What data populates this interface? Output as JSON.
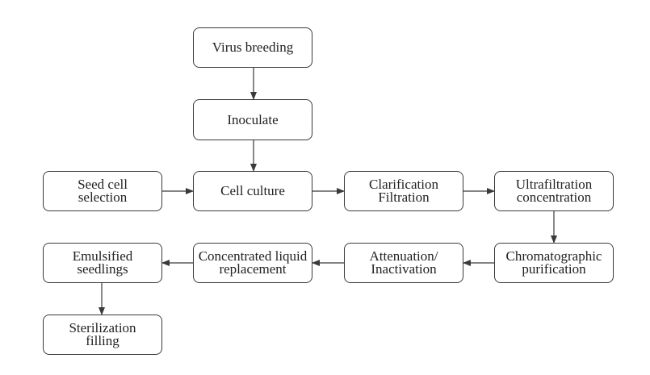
{
  "nodes": {
    "virus_breeding": "Virus breeding",
    "inoculate": "Inoculate",
    "seed_cell_selection": "Seed cell\nselection",
    "cell_culture": "Cell culture",
    "clarification_filtration": "Clarification\nFiltration",
    "ultrafiltration_concentration": "Ultrafiltration\nconcentration",
    "chromatographic_purification": "Chromatographic\npurification",
    "attenuation_inactivation": "Attenuation/\nInactivation",
    "concentrated_liquid_replacement": "Concentrated liquid\nreplacement",
    "emulsified_seedlings": "Emulsified\nseedlings",
    "sterilization_filling": "Sterilization\nfilling"
  },
  "edges": [
    [
      "virus_breeding",
      "inoculate"
    ],
    [
      "inoculate",
      "cell_culture"
    ],
    [
      "seed_cell_selection",
      "cell_culture"
    ],
    [
      "cell_culture",
      "clarification_filtration"
    ],
    [
      "clarification_filtration",
      "ultrafiltration_concentration"
    ],
    [
      "ultrafiltration_concentration",
      "chromatographic_purification"
    ],
    [
      "chromatographic_purification",
      "attenuation_inactivation"
    ],
    [
      "attenuation_inactivation",
      "concentrated_liquid_replacement"
    ],
    [
      "concentrated_liquid_replacement",
      "emulsified_seedlings"
    ],
    [
      "emulsified_seedlings",
      "sterilization_filling"
    ]
  ],
  "colors": {
    "stroke": "#3a3a3a",
    "text": "#222222",
    "background": "#ffffff"
  }
}
